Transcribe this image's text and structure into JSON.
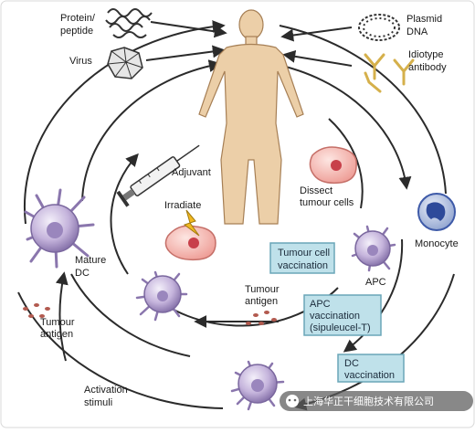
{
  "diagram": {
    "labels": {
      "protein_line1": "Protein/",
      "protein_line2": "peptide",
      "virus": "Virus",
      "plasmid_line1": "Plasmid",
      "plasmid_line2": "DNA",
      "idiotype_line1": "Idiotype",
      "idiotype_line2": "antibody",
      "adjuvant": "Adjuvant",
      "irradiate": "Irradiate",
      "dissect_line1": "Dissect",
      "dissect_line2": "tumour cells",
      "mature_dc_line1": "Mature",
      "mature_dc_line2": "DC",
      "monocyte": "Monocyte",
      "apc": "APC",
      "tumour_antigen_inner_line1": "Tumour",
      "tumour_antigen_inner_line2": "antigen",
      "tumour_antigen_outer_line1": "Tumour",
      "tumour_antigen_outer_line2": "antigen",
      "activation_line1": "Activation",
      "activation_line2": "stimuli"
    },
    "boxes": {
      "tumour_cell_line1": "Tumour cell",
      "tumour_cell_line2": "vaccination",
      "apc_line1": "APC",
      "apc_line2": "vaccination",
      "apc_line3": "(sipuleucel-T)",
      "dc_line1": "DC",
      "dc_line2": "vaccination"
    },
    "watermark": "上海华正干细胞技术有限公司"
  },
  "colors": {
    "box_fill": "#bfe1ea",
    "box_border": "#6aa6b8",
    "body": "#eccfa8",
    "arrow": "#2b2b2b",
    "cell_purple": "#b9a6d3",
    "tumour_pink": "#f2a6a0",
    "monocyte": "#3e5aa8"
  }
}
